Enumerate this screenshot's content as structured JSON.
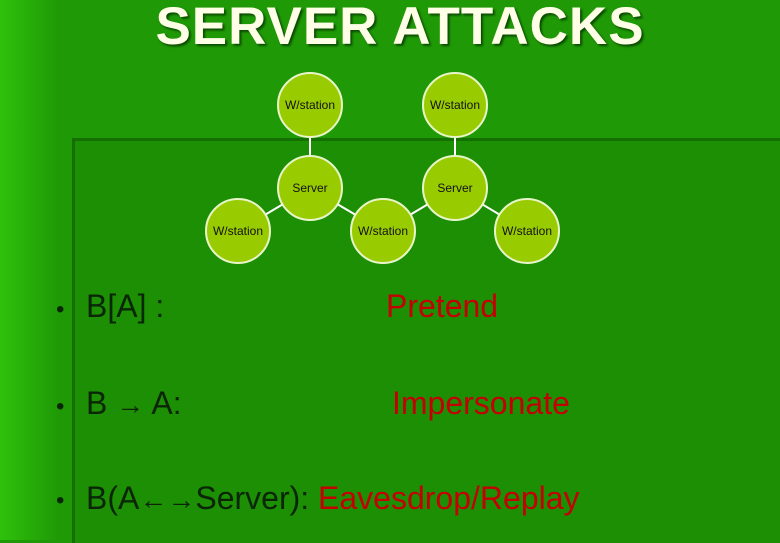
{
  "title": "SERVER ATTACKS",
  "diagram": {
    "nodes": [
      {
        "id": "w1",
        "label": "W/station"
      },
      {
        "id": "w2",
        "label": "W/station"
      },
      {
        "id": "s1",
        "label": "Server"
      },
      {
        "id": "s2",
        "label": "Server"
      },
      {
        "id": "w3",
        "label": "W/station"
      },
      {
        "id": "w4",
        "label": "W/station"
      },
      {
        "id": "w5",
        "label": "W/station"
      }
    ],
    "edges": [
      [
        "w1",
        "s1"
      ],
      [
        "w2",
        "s2"
      ],
      [
        "w3",
        "s1"
      ],
      [
        "w4",
        "s1"
      ],
      [
        "w4",
        "s2"
      ],
      [
        "w5",
        "s2"
      ]
    ]
  },
  "items": [
    {
      "label_prefix": "B[A]  :",
      "term": "Pretend"
    },
    {
      "label_prefix": "B",
      "arrow": "→",
      "label_suffix": "A:",
      "term": "Impersonate"
    },
    {
      "label_prefix": "B(A",
      "arrow_left": "←",
      "arrow_right": "→",
      "label_suffix": "Server):",
      "term": "Eavesdrop/Replay"
    }
  ],
  "colors": {
    "background": "#1f9a06",
    "node_fill": "#99cc00",
    "term": "#c40000",
    "title": "#ffffe8"
  }
}
